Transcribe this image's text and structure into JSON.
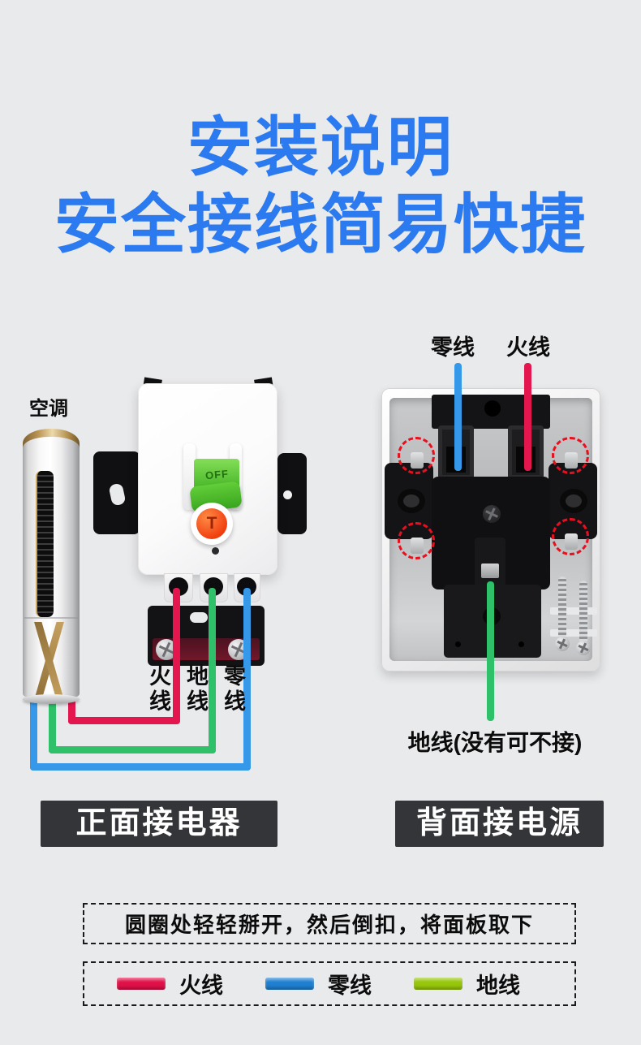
{
  "title": {
    "line1": "安装说明",
    "line2": "安全接线简易快捷"
  },
  "colors": {
    "title_blue": "#2b7af0",
    "live_red": "#e3164e",
    "neutral_blue": "#3598e8",
    "ground_green": "#2fc06a",
    "banner_bg": "#333538"
  },
  "front_view": {
    "appliance_label": "空调",
    "switch": {
      "toggle_label": "OFF",
      "test_button_label": "T"
    },
    "wire_labels": {
      "live": "火线",
      "ground": "地线",
      "neutral": "零线"
    },
    "banner": "正面接电器"
  },
  "back_view": {
    "neutral_label": "零线",
    "live_label": "火线",
    "ground_note": "地线(没有可不接)",
    "banner": "背面接电源"
  },
  "instruction_note": "圆圈处轻轻掰开，然后倒扣，将面板取下",
  "legend": [
    {
      "label": "火线",
      "color": "#e11048"
    },
    {
      "label": "零线",
      "color": "#1f7fd0"
    },
    {
      "label": "地线",
      "color": "#97c60c"
    }
  ]
}
